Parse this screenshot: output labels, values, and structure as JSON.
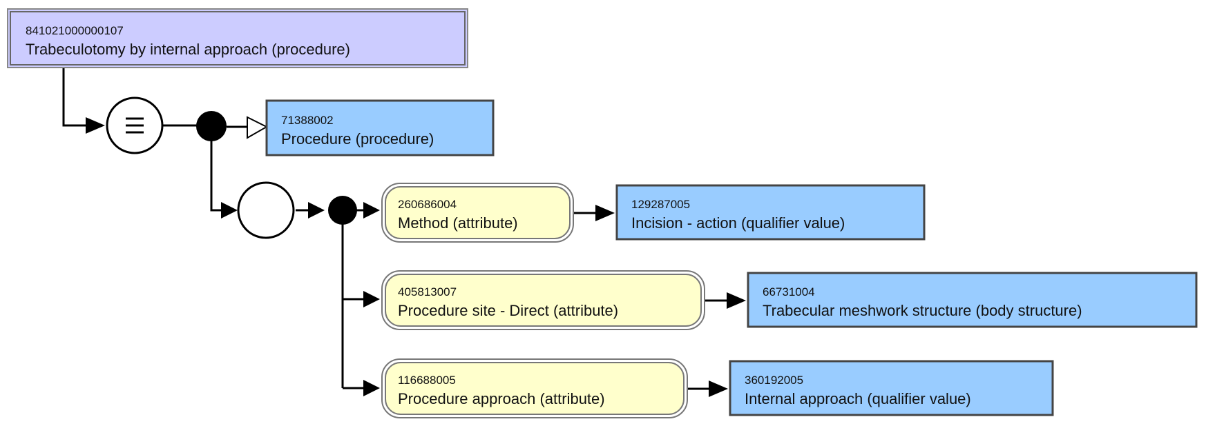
{
  "root_concept": {
    "id": "841021000000107",
    "label": "Trabeculotomy by internal approach (procedure)"
  },
  "parent_concept": {
    "id": "71388002",
    "label": "Procedure (procedure)"
  },
  "relationships": [
    {
      "attribute": {
        "id": "260686004",
        "label": "Method (attribute)"
      },
      "value": {
        "id": "129287005",
        "label": "Incision - action (qualifier value)"
      }
    },
    {
      "attribute": {
        "id": "405813007",
        "label": "Procedure site - Direct (attribute)"
      },
      "value": {
        "id": "66731004",
        "label": "Trabecular meshwork structure (body structure)"
      }
    },
    {
      "attribute": {
        "id": "116688005",
        "label": "Procedure approach (attribute)"
      },
      "value": {
        "id": "360192005",
        "label": "Internal approach (qualifier value)"
      }
    }
  ],
  "colors": {
    "defined_concept": "#ccccff",
    "primitive_concept": "#99ccff",
    "attribute": "#ffffcc",
    "line": "#000000"
  },
  "icons": {
    "definition_status": "equivalence-icon",
    "group": "attribute-group-icon",
    "conjunction": "conjunction-dot-icon",
    "isa_arrow": "hollow-arrow-icon"
  }
}
